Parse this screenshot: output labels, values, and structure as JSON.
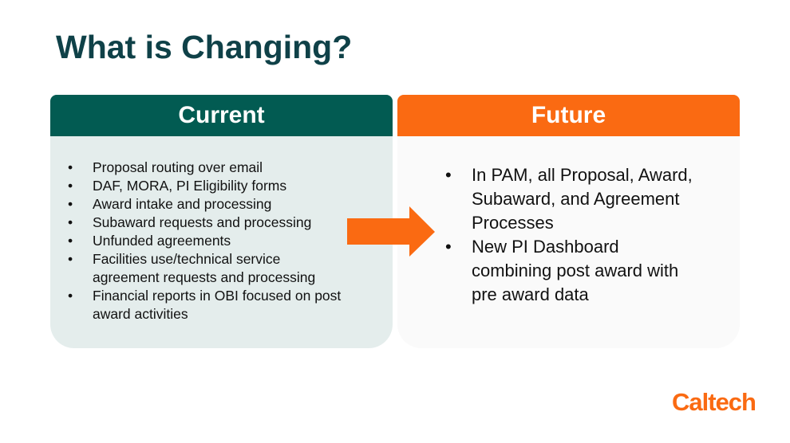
{
  "title": "What is Changing?",
  "current": {
    "header": "Current",
    "items": [
      "Proposal routing over email",
      "DAF, MORA, PI Eligibility forms",
      "Award intake and processing",
      "Subaward requests and processing",
      "Unfunded agreements",
      "Facilities use/technical service agreement requests and processing",
      "Financial reports in OBI focused on post award activities"
    ]
  },
  "future": {
    "header": "Future",
    "items": [
      "In PAM, all Proposal, Award, Subaward, and Agreement Processes",
      "New PI Dashboard combining post award with pre award data"
    ]
  },
  "logo": "Caltech",
  "colors": {
    "title": "#0f4148",
    "current_header": "#025b52",
    "future_header": "#fa6a12",
    "arrow": "#fa6a12"
  }
}
